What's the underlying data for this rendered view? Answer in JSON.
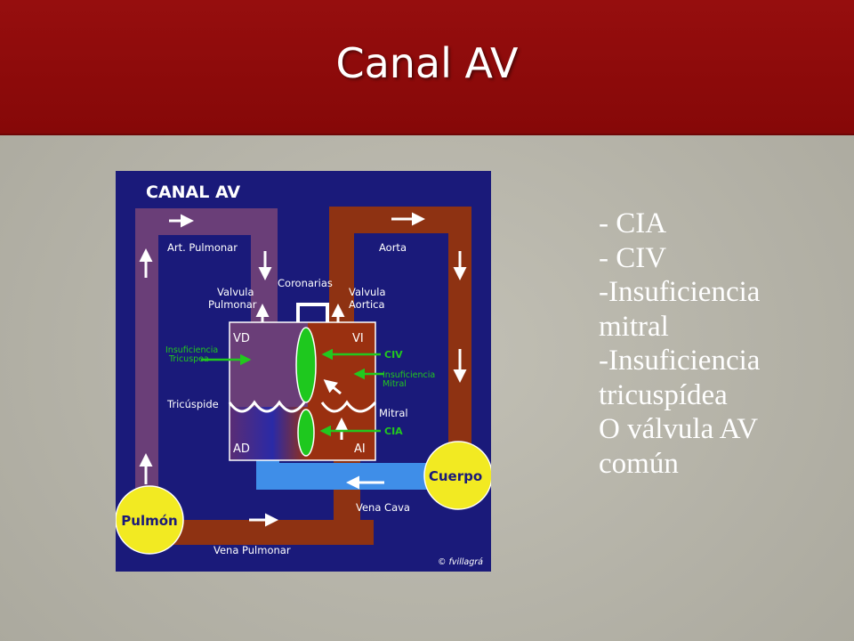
{
  "slide": {
    "title": "Canal AV"
  },
  "diagram": {
    "heading": "CANAL AV",
    "labels": {
      "art_pulmonar": "Art. Pulmonar",
      "aorta": "Aorta",
      "coronarias": "Coronarias",
      "valvula_pulmonar_1": "Valvula",
      "valvula_pulmonar_2": "Pulmonar",
      "valvula_aortica_1": "Valvula",
      "valvula_aortica_2": "Aortica",
      "vd": "VD",
      "vi": "VI",
      "ad": "AD",
      "ai": "AI",
      "insuf_tric_1": "Insuficiencia",
      "insuf_tric_2": "Tricuspea",
      "insuf_mitral_1": "Insuficiencia",
      "insuf_mitral_2": "Mitral",
      "civ": "CIV",
      "cia": "CIA",
      "tricuspide": "Tricúspide",
      "mitral": "Mitral",
      "cuerpo": "Cuerpo",
      "pulmon": "Pulmón",
      "vena_cava": "Vena Cava",
      "vena_pulmonar": "Vena Pulmonar",
      "credit": "© fvillagrá"
    },
    "colors": {
      "background": "#1a1a7a",
      "pulmonary_circuit": "#6a3e78",
      "systemic_circuit": "#8e3212",
      "venous_return": "#3f8ee8",
      "valve": "#1ec81e",
      "organ": "#f2ea22",
      "arrow_green": "#22c81e"
    }
  },
  "bullets": [
    "- CIA",
    "- CIV",
    "-Insuficiencia",
    "mitral",
    "-Insuficiencia",
    "tricuspídea",
    "O válvula AV",
    "común"
  ]
}
